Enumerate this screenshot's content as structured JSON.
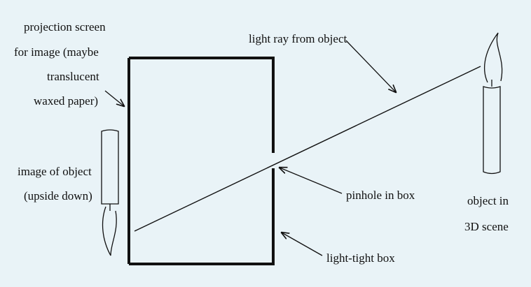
{
  "labels": {
    "screen": [
      "projection screen",
      "for image (maybe",
      "translucent",
      "waxed paper)"
    ],
    "ray": "light ray from object",
    "image": [
      "image of object",
      "(upside down)"
    ],
    "pinhole": "pinhole in box",
    "box": "light-tight box",
    "object": [
      "object in",
      "3D scene"
    ]
  },
  "colors": {
    "background": "#e9f3f7",
    "ink": "#111111"
  }
}
